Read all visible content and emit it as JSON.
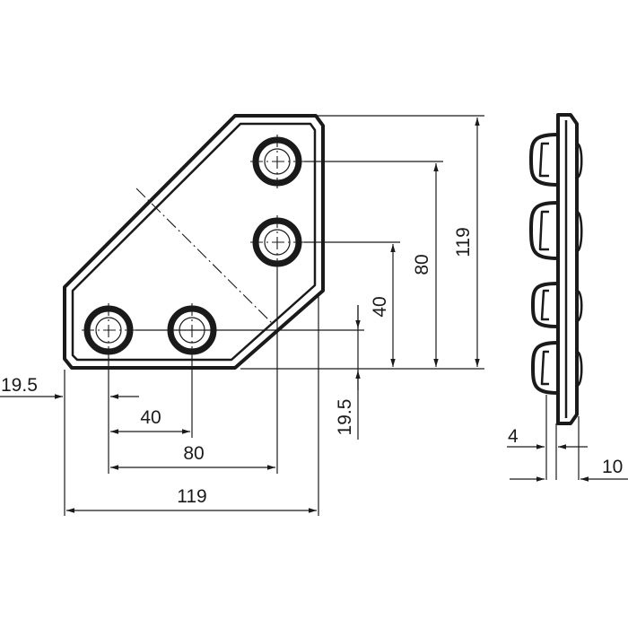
{
  "dimensions": {
    "height_total": "119",
    "height_hole_top": "80",
    "height_hole_mid": "40",
    "offset_right": "19.5",
    "offset_left": "19.5",
    "width_hole_mid": "40",
    "width_hole_right": "80",
    "width_total": "119",
    "thickness_plate": "4",
    "thickness_total": "10"
  }
}
